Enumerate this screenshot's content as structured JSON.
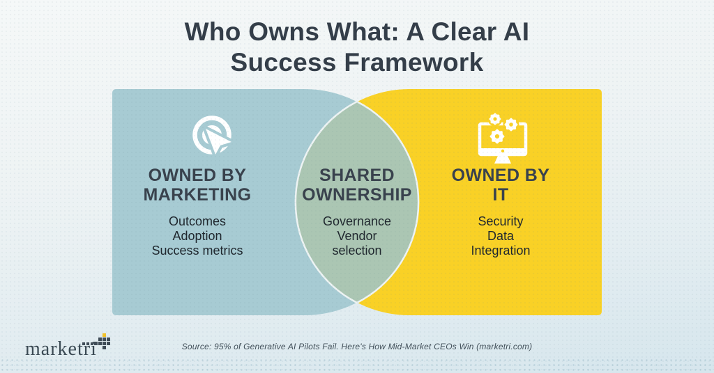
{
  "title": {
    "line1": "Who Owns What: A Clear AI",
    "line2": "Success Framework"
  },
  "venn": {
    "marketing": {
      "icon": "click-target-icon",
      "heading_lines": [
        "OWNED BY",
        "MARKETING"
      ],
      "items": [
        "Outcomes",
        "Adoption",
        "Success metrics"
      ]
    },
    "shared": {
      "heading_lines": [
        "SHARED",
        "OWNERSHIP"
      ],
      "items": [
        "Governance",
        "Vendor selection"
      ]
    },
    "it": {
      "icon": "monitor-gears-icon",
      "heading_lines": [
        "OWNED BY",
        "IT"
      ],
      "items": [
        "Security",
        "Data",
        "Integration"
      ]
    }
  },
  "footer": {
    "logo_text": "marketri",
    "source": "Source: 95% of Generative AI Pilots Fail. Here's How Mid-Market CEOs Win (marketri.com)"
  },
  "palette": {
    "marketing_fill": "#a7cbd3",
    "it_fill": "#f9d126",
    "shared_fill": "#abc6b3",
    "lens_outline": "#edf3f3",
    "heading_text": "#39424d",
    "body_text": "#20282f",
    "title_text": "#343e49",
    "logo_dark": "#3f4c57",
    "logo_yellow": "#f2c229",
    "background_top": "#f5f8f8",
    "background_bottom": "#d6e6ed"
  }
}
